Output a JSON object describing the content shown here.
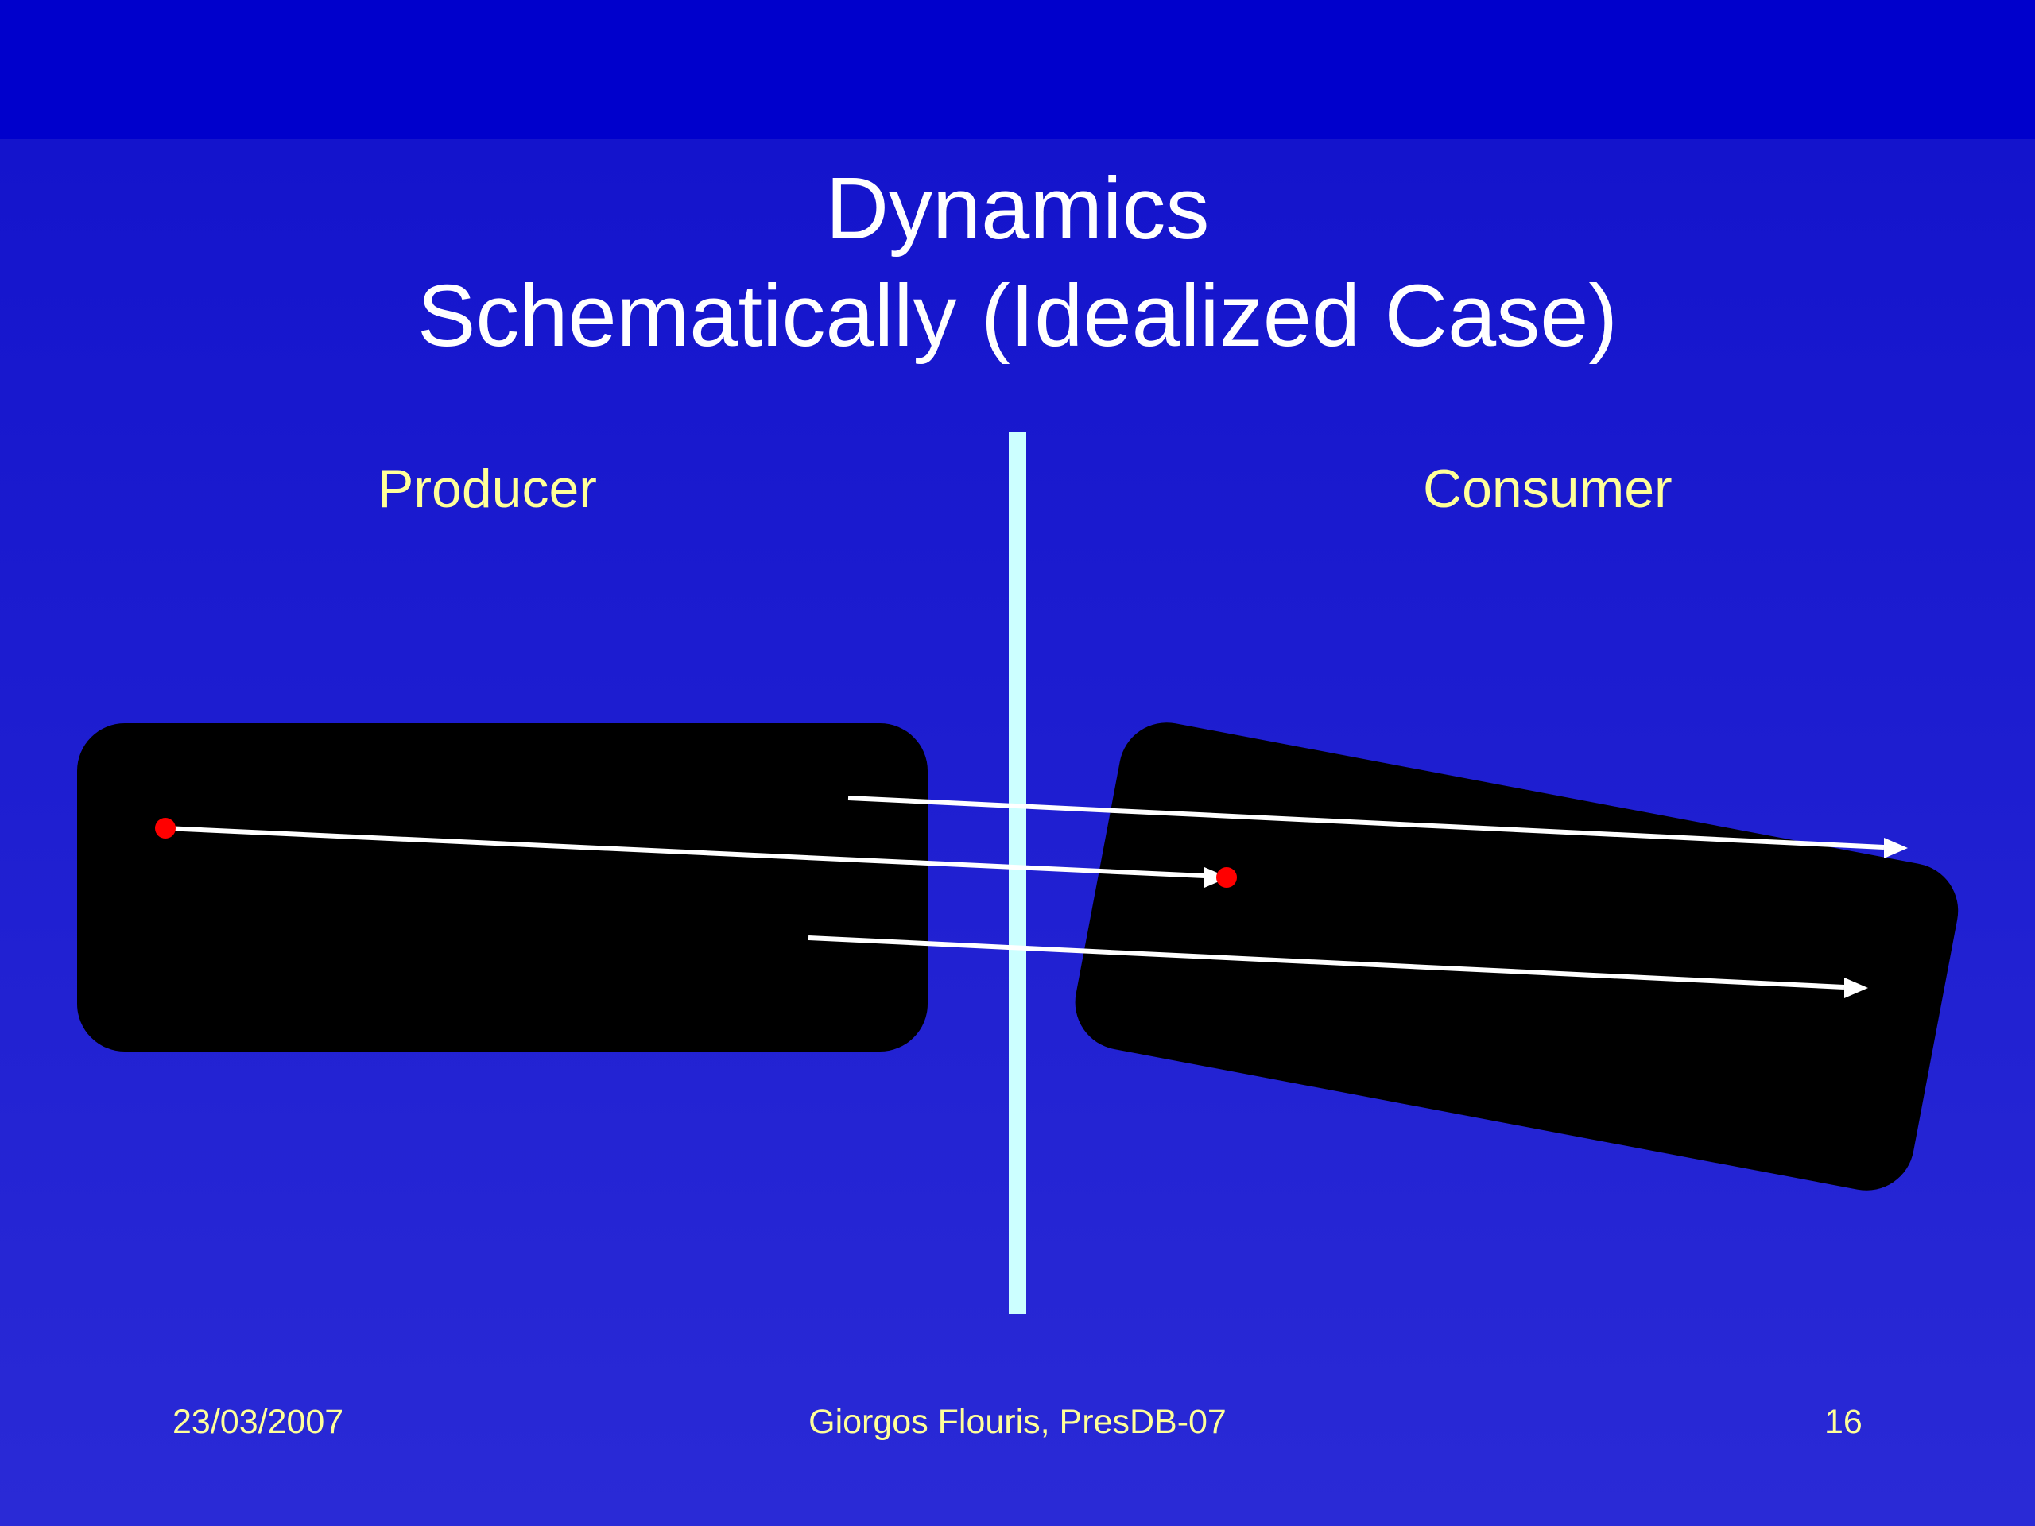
{
  "slide": {
    "title_line1": "Dynamics",
    "title_line2": "Schematically (Idealized Case)",
    "producer_label": "Producer",
    "consumer_label": "Consumer",
    "footer_date": "23/03/2007",
    "footer_author": "Giorgos Flouris, PresDB-07",
    "footer_page": "16"
  },
  "colors": {
    "background_top": "#0000cc",
    "background": "#2a2ad6",
    "title_text": "#ffffff",
    "label_text": "#ffff99",
    "divider": "#ccffff",
    "box_fill": "#000000",
    "arrow": "#ffffff",
    "point": "#ff0000"
  }
}
